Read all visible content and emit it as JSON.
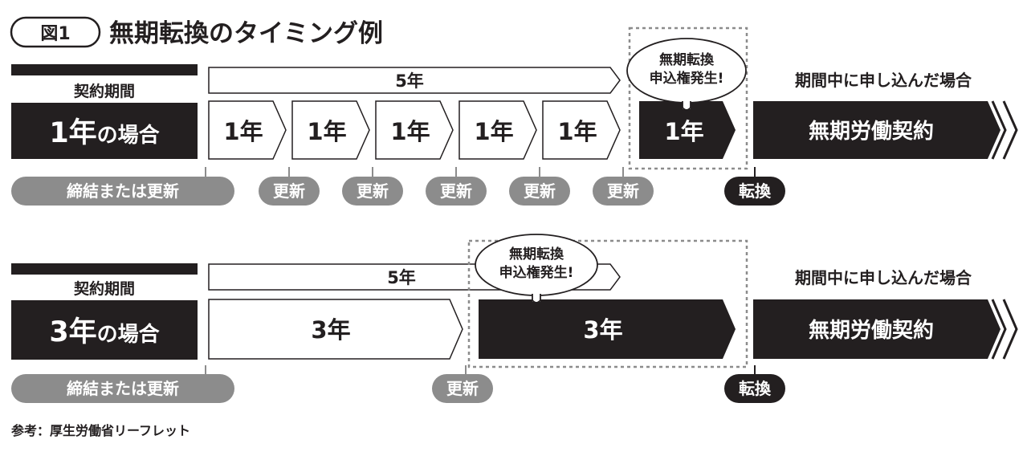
{
  "figure": {
    "label": "図1",
    "title": "無期転換のタイミング例",
    "source": "参考：厚生労働省リーフレット"
  },
  "rows": [
    {
      "period_header": "契約期間",
      "case_number": "1年",
      "case_suffix": "の場合",
      "span_label": "5年",
      "terms": [
        "1年",
        "1年",
        "1年",
        "1年",
        "1年"
      ],
      "converted_term": "1年",
      "bubble_line1": "無期転換",
      "bubble_line2": "申込権発生!",
      "applied_note": "期間中に申し込んだ場合",
      "result": "無期労働契約",
      "start_pill": "締結または更新",
      "renewal_pills": [
        "更新",
        "更新",
        "更新",
        "更新",
        "更新"
      ],
      "conversion_pill": "転換"
    },
    {
      "period_header": "契約期間",
      "case_number": "3年",
      "case_suffix": "の場合",
      "span_label": "5年",
      "terms": [
        "3年"
      ],
      "converted_term": "3年",
      "bubble_line1": "無期転換",
      "bubble_line2": "申込権発生!",
      "applied_note": "期間中に申し込んだ場合",
      "result": "無期労働契約",
      "start_pill": "締結または更新",
      "renewal_pills": [
        "更新"
      ],
      "conversion_pill": "転換"
    }
  ],
  "colors": {
    "dark": "#231f20",
    "gray": "#8c8c8c",
    "white": "#ffffff"
  }
}
